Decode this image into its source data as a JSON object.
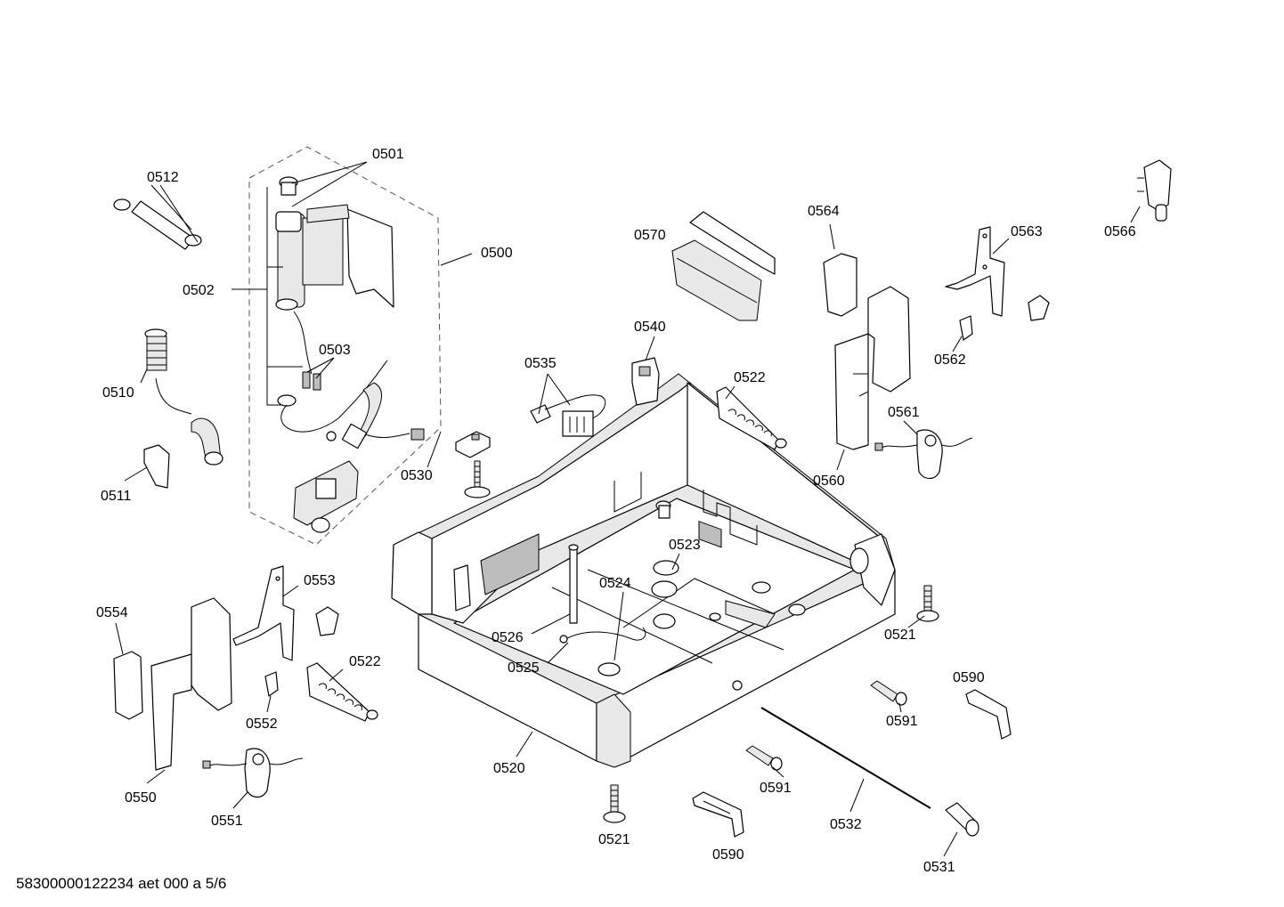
{
  "footer": {
    "document_id": "58300000122234 aet 000 a 5/6"
  },
  "parts": {
    "p0500": "0500",
    "p0501": "0501",
    "p0502": "0502",
    "p0503": "0503",
    "p0510": "0510",
    "p0511": "0511",
    "p0512": "0512",
    "p0520": "0520",
    "p0521a": "0521",
    "p0521b": "0521",
    "p0522a": "0522",
    "p0522b": "0522",
    "p0523": "0523",
    "p0524": "0524",
    "p0525": "0525",
    "p0526": "0526",
    "p0530": "0530",
    "p0531": "0531",
    "p0532": "0532",
    "p0535": "0535",
    "p0540": "0540",
    "p0550": "0550",
    "p0551": "0551",
    "p0552": "0552",
    "p0553": "0553",
    "p0554": "0554",
    "p0560": "0560",
    "p0561": "0561",
    "p0562": "0562",
    "p0563": "0563",
    "p0564": "0564",
    "p0566": "0566",
    "p0570": "0570",
    "p0590a": "0590",
    "p0590b": "0590",
    "p0591a": "0591",
    "p0591b": "0591"
  }
}
